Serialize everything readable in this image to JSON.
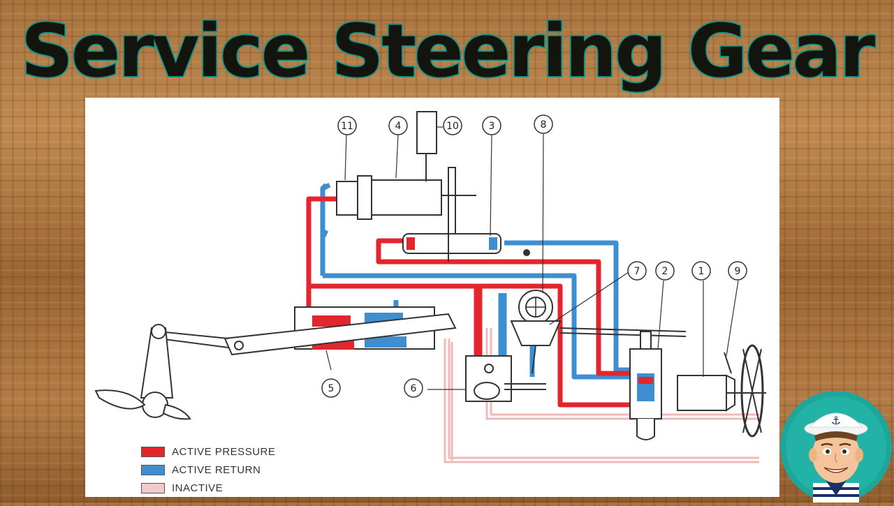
{
  "title": "Service Steering Gear",
  "colors": {
    "pressure": "#e3262e",
    "return": "#3f8fd0",
    "inactive": "#f3c9c9",
    "title_stroke": "#1f9a8c",
    "mascot_ring": "#1fa69a"
  },
  "callouts": [
    "1",
    "2",
    "3",
    "4",
    "5",
    "6",
    "7",
    "8",
    "9",
    "10",
    "11"
  ],
  "legend": [
    {
      "label": "ACTIVE PRESSURE",
      "color": "#e3262e"
    },
    {
      "label": "ACTIVE RETURN",
      "color": "#3f8fd0"
    },
    {
      "label": "INACTIVE",
      "color": "#f3c9c9"
    }
  ],
  "mascot_icon": "sailor-avatar-icon"
}
